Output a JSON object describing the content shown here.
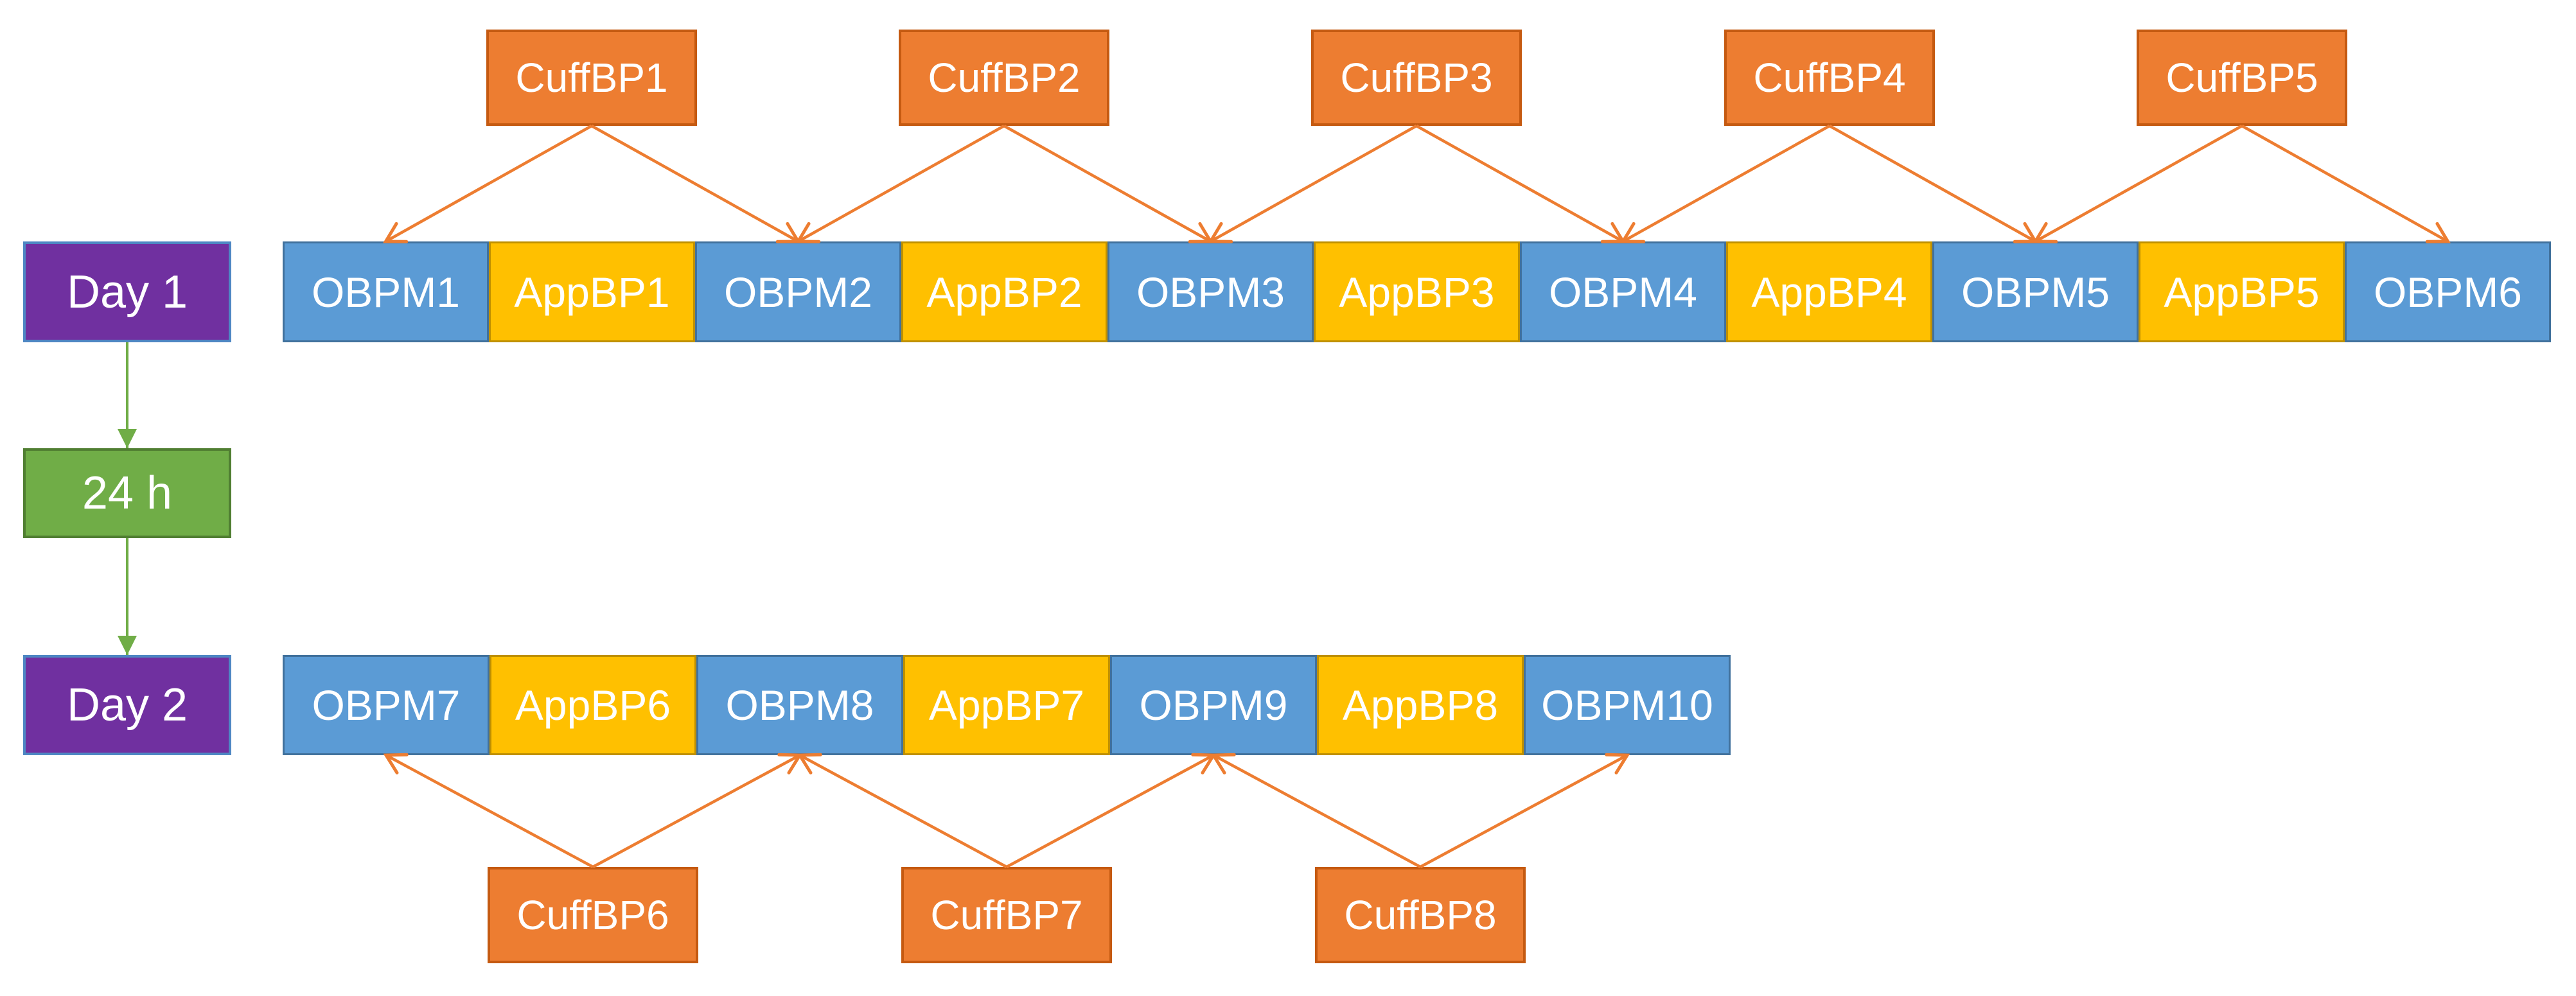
{
  "diagram": {
    "left_column": {
      "day1_label": "Day 1",
      "duration_label": "24 h",
      "day2_label": "Day 2"
    },
    "top_cuff_row": [
      {
        "key": "cuffbp1",
        "label": "CuffBP1"
      },
      {
        "key": "cuffbp2",
        "label": "CuffBP2"
      },
      {
        "key": "cuffbp3",
        "label": "CuffBP3"
      },
      {
        "key": "cuffbp4",
        "label": "CuffBP4"
      },
      {
        "key": "cuffbp5",
        "label": "CuffBP5"
      }
    ],
    "day1_sequence": [
      {
        "key": "obpm1",
        "label": "OBPM1",
        "type": "obpm"
      },
      {
        "key": "appbp1",
        "label": "AppBP1",
        "type": "appbp"
      },
      {
        "key": "obpm2",
        "label": "OBPM2",
        "type": "obpm"
      },
      {
        "key": "appbp2",
        "label": "AppBP2",
        "type": "appbp"
      },
      {
        "key": "obpm3",
        "label": "OBPM3",
        "type": "obpm"
      },
      {
        "key": "appbp3",
        "label": "AppBP3",
        "type": "appbp"
      },
      {
        "key": "obpm4",
        "label": "OBPM4",
        "type": "obpm"
      },
      {
        "key": "appbp4",
        "label": "AppBP4",
        "type": "appbp"
      },
      {
        "key": "obpm5",
        "label": "OBPM5",
        "type": "obpm"
      },
      {
        "key": "appbp5",
        "label": "AppBP5",
        "type": "appbp"
      },
      {
        "key": "obpm6",
        "label": "OBPM6",
        "type": "obpm"
      }
    ],
    "day2_sequence": [
      {
        "key": "obpm7",
        "label": "OBPM7",
        "type": "obpm"
      },
      {
        "key": "appbp6",
        "label": "AppBP6",
        "type": "appbp"
      },
      {
        "key": "obpm8",
        "label": "OBPM8",
        "type": "obpm"
      },
      {
        "key": "appbp7",
        "label": "AppBP7",
        "type": "appbp"
      },
      {
        "key": "obpm9",
        "label": "OBPM9",
        "type": "obpm"
      },
      {
        "key": "appbp8",
        "label": "AppBP8",
        "type": "appbp"
      },
      {
        "key": "obpm10",
        "label": "OBPM10",
        "type": "obpm"
      }
    ],
    "bottom_cuff_row": [
      {
        "key": "cuffbp6",
        "label": "CuffBP6"
      },
      {
        "key": "cuffbp7",
        "label": "CuffBP7"
      },
      {
        "key": "cuffbp8",
        "label": "CuffBP8"
      }
    ],
    "connections": {
      "top": [
        {
          "from": "cuffbp1",
          "to": [
            "obpm1",
            "obpm2"
          ]
        },
        {
          "from": "cuffbp2",
          "to": [
            "obpm2",
            "obpm3"
          ]
        },
        {
          "from": "cuffbp3",
          "to": [
            "obpm3",
            "obpm4"
          ]
        },
        {
          "from": "cuffbp4",
          "to": [
            "obpm4",
            "obpm5"
          ]
        },
        {
          "from": "cuffbp5",
          "to": [
            "obpm5",
            "obpm6"
          ]
        }
      ],
      "bottom": [
        {
          "from": "cuffbp6",
          "to": [
            "obpm7",
            "obpm8"
          ]
        },
        {
          "from": "cuffbp7",
          "to": [
            "obpm8",
            "obpm9"
          ]
        },
        {
          "from": "cuffbp8",
          "to": [
            "obpm9",
            "obpm10"
          ]
        }
      ],
      "timeline": [
        {
          "from": "day1",
          "to": "duration"
        },
        {
          "from": "duration",
          "to": "day2"
        }
      ]
    },
    "colors": {
      "background": "#FFFFFF",
      "text": "#FFFFFF",
      "cuff_fill": "#ED7D31",
      "cuff_border": "#C55A11",
      "obpm_fill": "#5B9BD5",
      "obpm_border": "#41719C",
      "appbp_fill": "#FFC000",
      "appbp_border": "#BF9000",
      "day_fill": "#7030A0",
      "day_border": "#4E87C3",
      "duration_fill": "#70AD47",
      "duration_border": "#507E32",
      "arrow_orange": "#ED7D31",
      "arrow_green": "#70AD47"
    }
  }
}
